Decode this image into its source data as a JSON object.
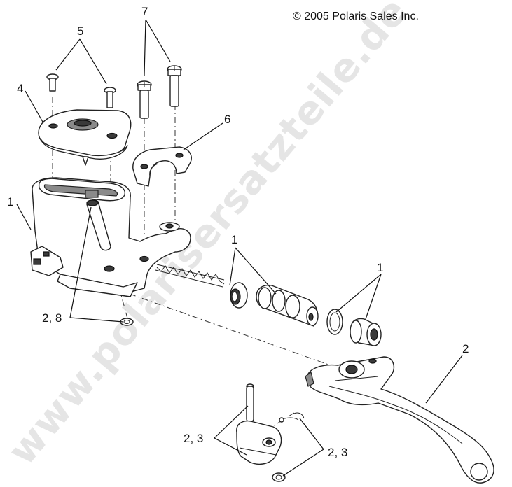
{
  "copyright": "© 2005 Polaris Sales Inc.",
  "watermark": "www.polarisersatzteile.de",
  "callouts": {
    "c1_left": "1",
    "c1_mid": "1",
    "c1_right": "1",
    "c2": "2",
    "c2_8": "2, 8",
    "c2_3_left": "2,  3",
    "c2_3_right": "2,  3",
    "c4": "4",
    "c5": "5",
    "c6": "6",
    "c7": "7"
  }
}
